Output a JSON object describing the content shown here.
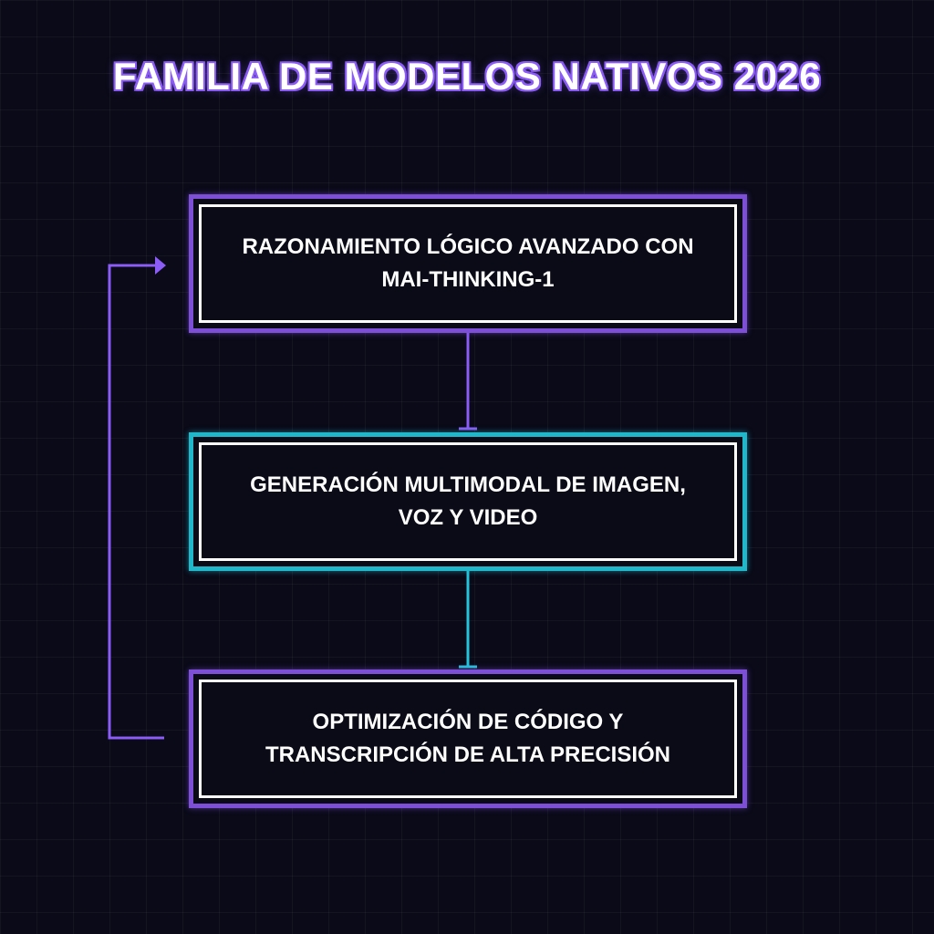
{
  "title": "FAMILIA DE MODELOS NATIVOS 2026",
  "colors": {
    "background": "#0a0a18",
    "purple": "#8b5cf6",
    "cyan": "#22c5dc",
    "text": "#ffffff"
  },
  "nodes": [
    {
      "line1": "RAZONAMIENTO LÓGICO AVANZADO CON",
      "line2": "MAI-THINKING-1",
      "accent": "purple"
    },
    {
      "line1": "GENERACIÓN MULTIMODAL DE IMAGEN,",
      "line2": "VOZ Y VIDEO",
      "accent": "cyan"
    },
    {
      "line1": "OPTIMIZACIÓN DE CÓDIGO Y",
      "line2": "TRANSCRIPCIÓN DE ALTA PRECISIÓN",
      "accent": "purple"
    }
  ],
  "edges": [
    {
      "from": 0,
      "to": 1,
      "color": "purple"
    },
    {
      "from": 1,
      "to": 2,
      "color": "cyan"
    },
    {
      "from": 2,
      "to": 0,
      "color": "purple",
      "style": "loop-back-arrow"
    }
  ]
}
